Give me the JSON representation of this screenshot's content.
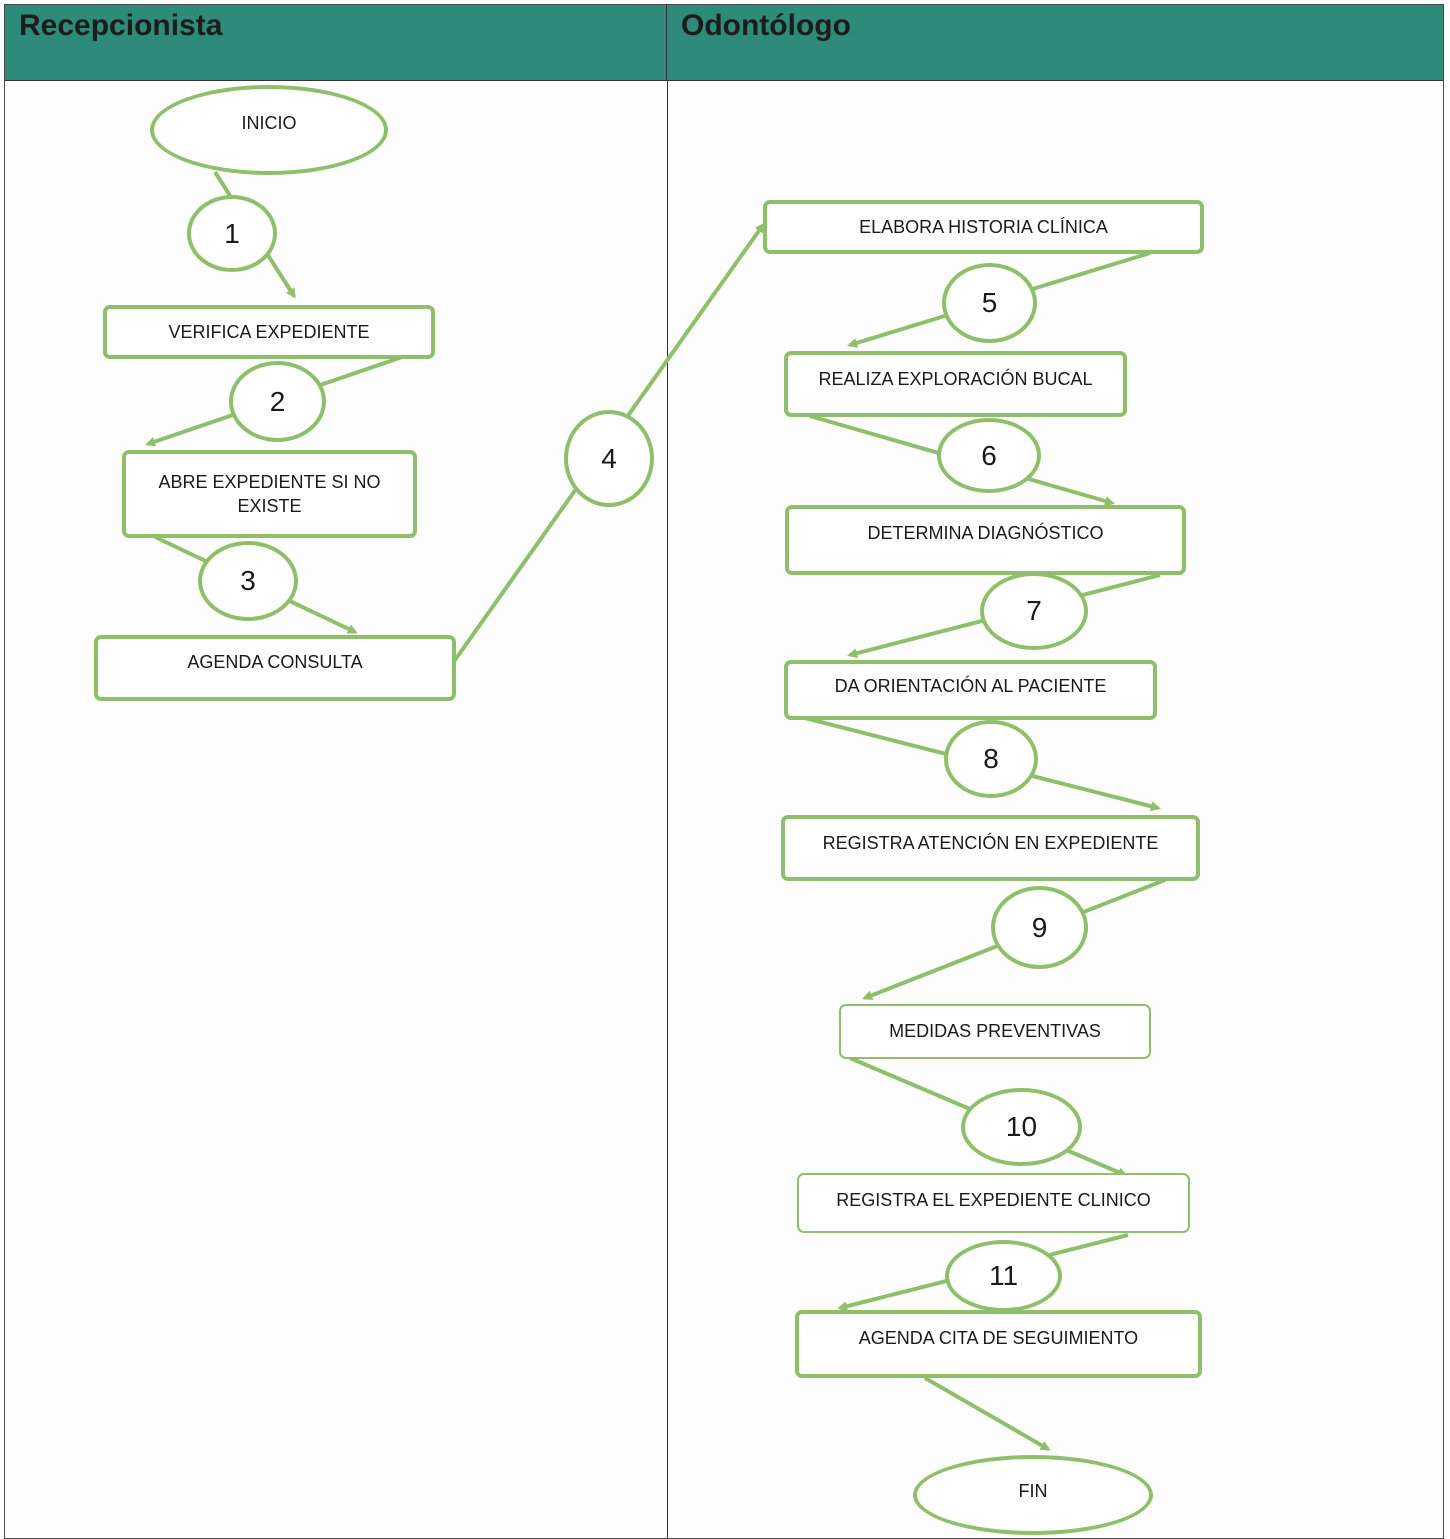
{
  "lanes": {
    "left": "Recepcionista",
    "right": "Odontólogo"
  },
  "start": "INICIO",
  "end": "FIN",
  "steps": {
    "verifica": "VERIFICA EXPEDIENTE",
    "abre": "ABRE EXPEDIENTE SI NO EXISTE",
    "agenda_consulta": "AGENDA CONSULTA",
    "historia": "ELABORA HISTORIA CLÍNICA",
    "exploracion": "REALIZA EXPLORACIÓN BUCAL",
    "diagnostico": "DETERMINA DIAGNÓSTICO",
    "orientacion": "DA ORIENTACIÓN AL PACIENTE",
    "registra_atencion": "REGISTRA ATENCIÓN EN EXPEDIENTE",
    "medidas": "MEDIDAS PREVENTIVAS",
    "registra_expediente": "REGISTRA EL EXPEDIENTE CLINICO",
    "agenda_cita": "AGENDA CITA DE SEGUIMIENTO"
  },
  "numbers": [
    "1",
    "2",
    "3",
    "4",
    "5",
    "6",
    "7",
    "8",
    "9",
    "10",
    "11"
  ],
  "colors": {
    "header": "#2e8b7a",
    "shape_border": "#8fbf6a",
    "arrow": "#8fbf6a"
  }
}
